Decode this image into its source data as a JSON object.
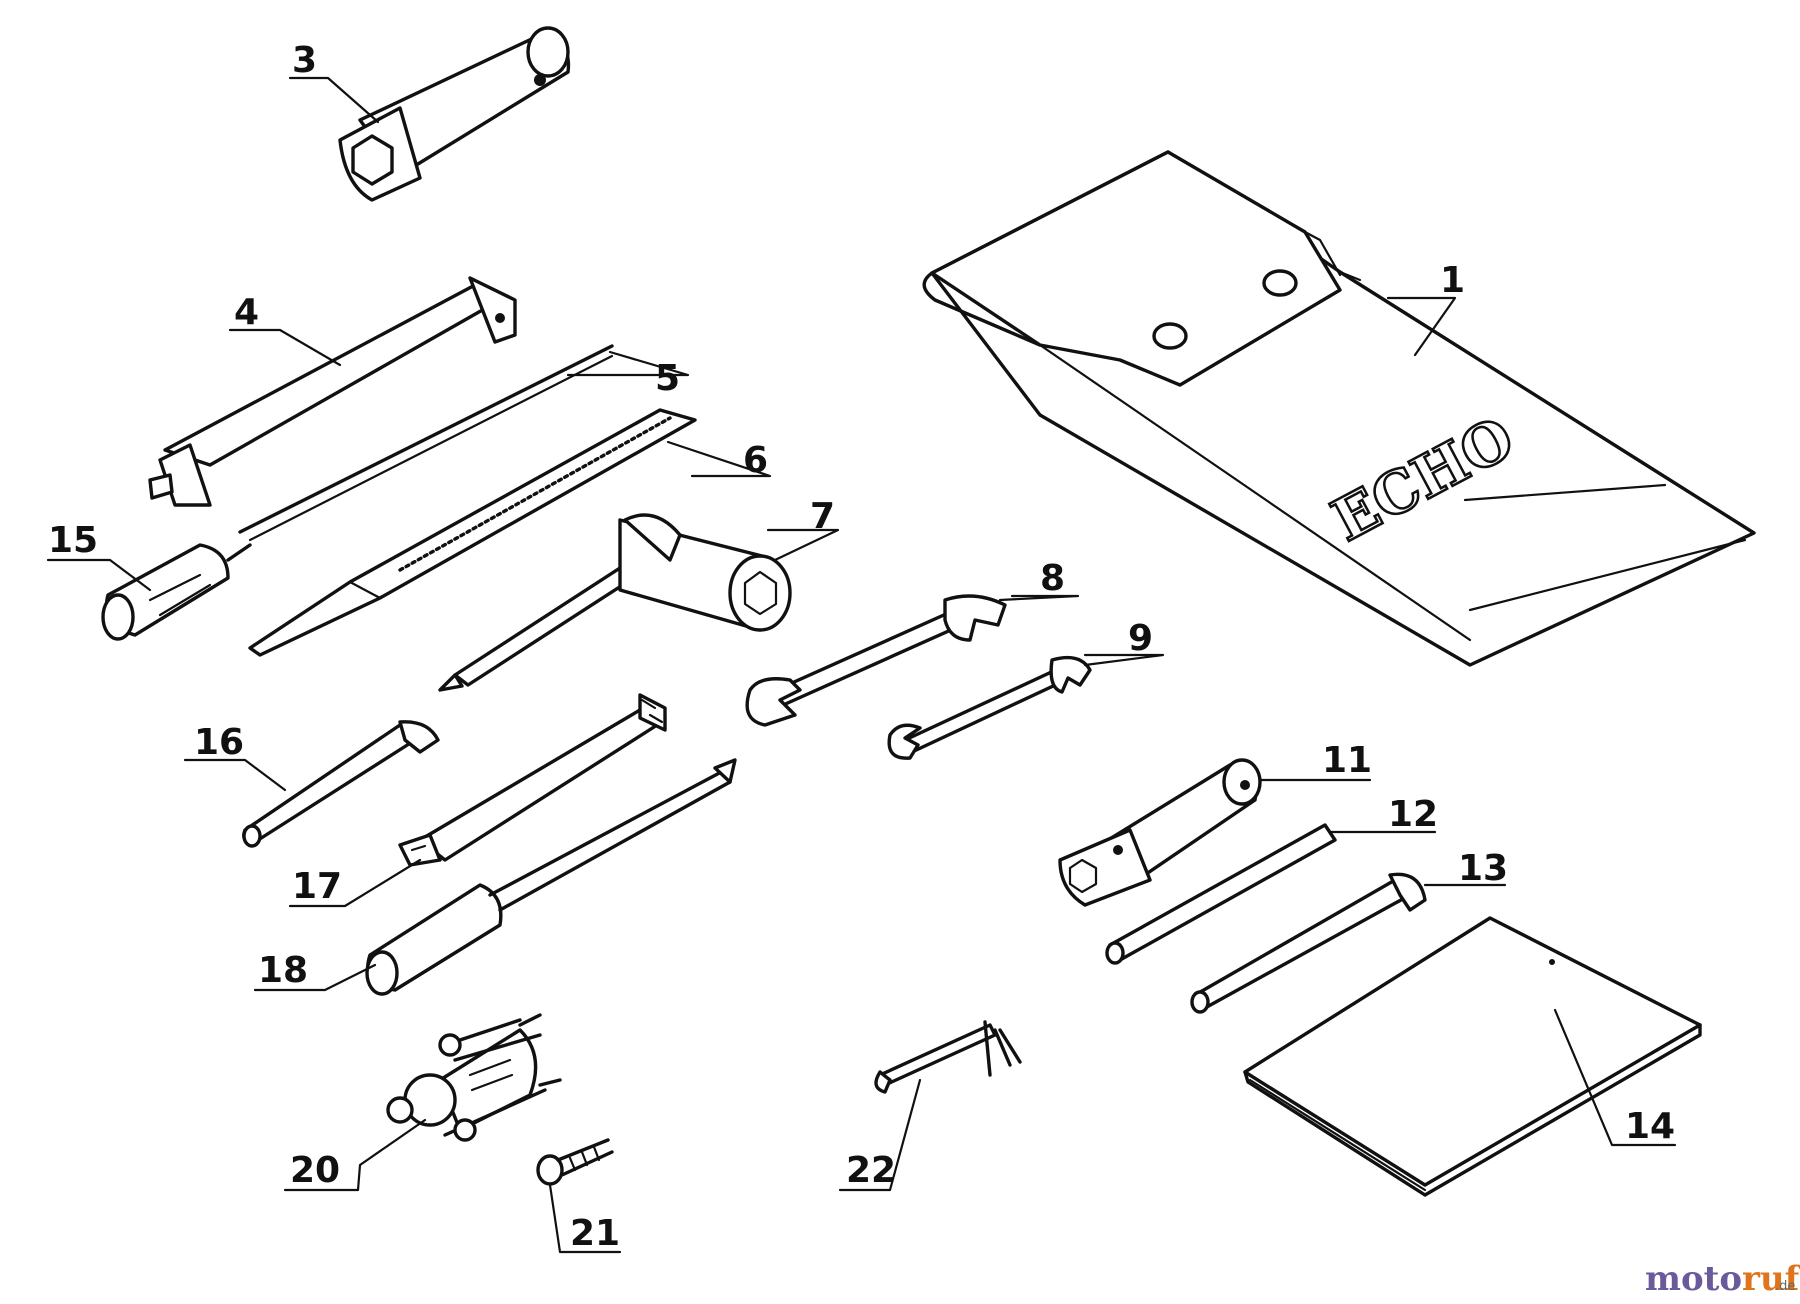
{
  "callouts": {
    "c1": "1",
    "c3": "3",
    "c4": "4",
    "c5": "5",
    "c6": "6",
    "c7": "7",
    "c8": "8",
    "c9": "9",
    "c11": "11",
    "c12": "12",
    "c13": "13",
    "c14": "14",
    "c15": "15",
    "c16": "16",
    "c17": "17",
    "c18": "18",
    "c20": "20",
    "c21": "21",
    "c22": "22"
  },
  "pouch_text": "ECHO",
  "watermark": {
    "part_a": "moto",
    "part_b": "ruf",
    "suffix": ".de"
  }
}
